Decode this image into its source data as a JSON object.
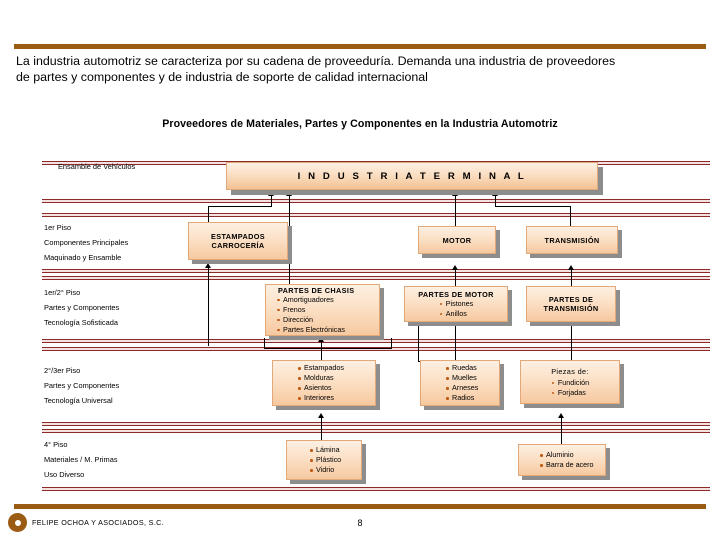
{
  "slide": {
    "headline_lines": [
      "La industria automotriz se caracteriza por su cadena de proveeduría. Demanda una industria de proveedores",
      "de partes y componentes y de industria de soporte de calidad internacional"
    ],
    "diagram_title": "Proveedores de Materiales, Partes y Componentes en la Industria Automotriz",
    "page_number": "8",
    "footer_company": "FELIPE OCHOA Y ASOCIADOS, S.C.",
    "colors": {
      "rule": "#9a5b12",
      "divider": "#8c2a2a",
      "box_fill_top": "#fdf0e2",
      "box_fill_bottom": "#f6c9a0",
      "box_border": "#e2a877",
      "box_shadow": "#8d8d8d",
      "bullet": "#c05a12",
      "logo": "#9a5b12"
    }
  },
  "tiers": [
    {
      "name": "ensamble",
      "lines": [
        "Ensamble de Vehículos"
      ]
    },
    {
      "name": "piso-1",
      "lines": [
        "1er Piso",
        "Componentes Principales",
        "Maquinado y Ensamble"
      ]
    },
    {
      "name": "piso-1-2",
      "lines": [
        "1er/2° Piso",
        "Partes y Componentes",
        "Tecnología Sofisticada"
      ]
    },
    {
      "name": "piso-2-3",
      "lines": [
        "2°/3er Piso",
        "Partes y Componentes",
        "Tecnología Universal"
      ]
    },
    {
      "name": "piso-4",
      "lines": [
        "4° Piso",
        "Materiales / M.  Primas",
        "Uso Diverso"
      ]
    }
  ],
  "banner": {
    "label": "I N D U S T R I A     T E R M I N A L"
  },
  "boxes": {
    "estampados": {
      "title_line1": "ESTAMPADOS",
      "title_line2": "CARROCERÍA"
    },
    "motor": {
      "title": "MOTOR"
    },
    "transmision": {
      "title": "TRANSMISIÓN"
    },
    "partes_chasis": {
      "title": "PARTES DE CHASIS",
      "items": [
        "Amortiguadores",
        "Frenos",
        "Dirección",
        "Partes Electrónicas"
      ]
    },
    "partes_motor": {
      "title": "PARTES DE MOTOR",
      "items": [
        "Pistones",
        "Anillos"
      ]
    },
    "partes_transmision": {
      "title_line1": "PARTES DE",
      "title_line2": "TRANSMISIÓN"
    },
    "estampados_grupo": {
      "items": [
        "Estampados",
        "Molduras",
        "Asientos",
        "Interiores"
      ]
    },
    "ruedas_grupo": {
      "items": [
        "Ruedas",
        "Muelles",
        "Arneses",
        "Radios"
      ]
    },
    "piezas_grupo": {
      "title": "Piezas de:",
      "items": [
        "Fundición",
        "Forjadas"
      ]
    },
    "materiales_grupo": {
      "items": [
        "Lámina",
        "Plástico",
        "Vidrio"
      ]
    },
    "metales_grupo": {
      "items": [
        "Aluminio",
        "Barra de acero"
      ]
    }
  }
}
